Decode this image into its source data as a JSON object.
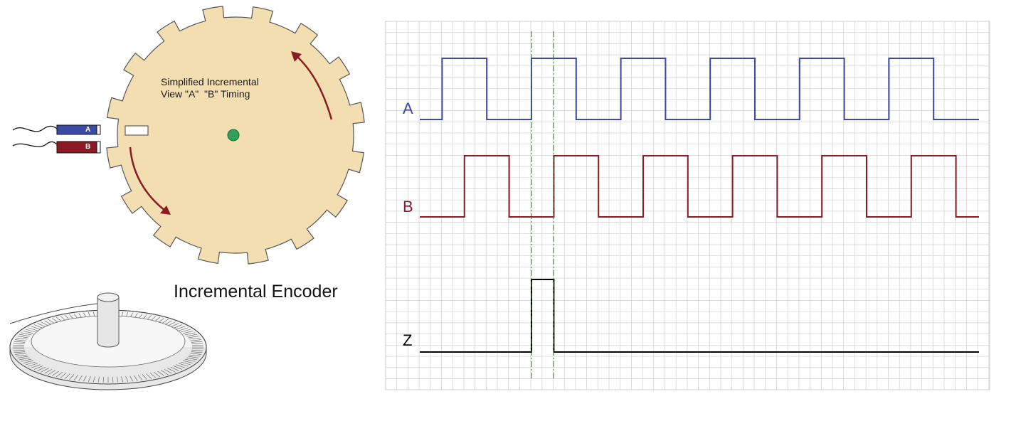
{
  "title": "Incremental Encoder",
  "gear": {
    "caption_line1": "Simplified Incremental",
    "caption_line2": "View \"A\"  \"B\" Timing",
    "sensor_a": "A",
    "sensor_b": "B"
  },
  "timing": {
    "signals": [
      {
        "label": "A",
        "color": "#3b4aa6",
        "transitions": [
          0.5,
          1.5,
          2.5,
          3.5,
          4.5,
          5.5,
          6.5,
          7.5,
          8.5,
          9.5,
          10.5,
          11.5
        ]
      },
      {
        "label": "B",
        "color": "#8b1a24",
        "transitions": [
          1.0,
          2.0,
          3.0,
          4.0,
          5.0,
          6.0,
          7.0,
          8.0,
          9.0,
          10.0,
          11.0,
          12.0
        ]
      },
      {
        "label": "Z",
        "color": "#000000",
        "transitions": [
          2.5,
          3.0
        ]
      }
    ],
    "marker_color": "#2e7d2e"
  },
  "colors": {
    "gear_fill": "#f2deb0",
    "gear_stroke": "#555555",
    "arrow": "#8b1a24",
    "hub": "#2ea05a",
    "sensor_a": "#3b4aa6",
    "sensor_b": "#8b1a24",
    "grid": "#d0d0d0"
  }
}
